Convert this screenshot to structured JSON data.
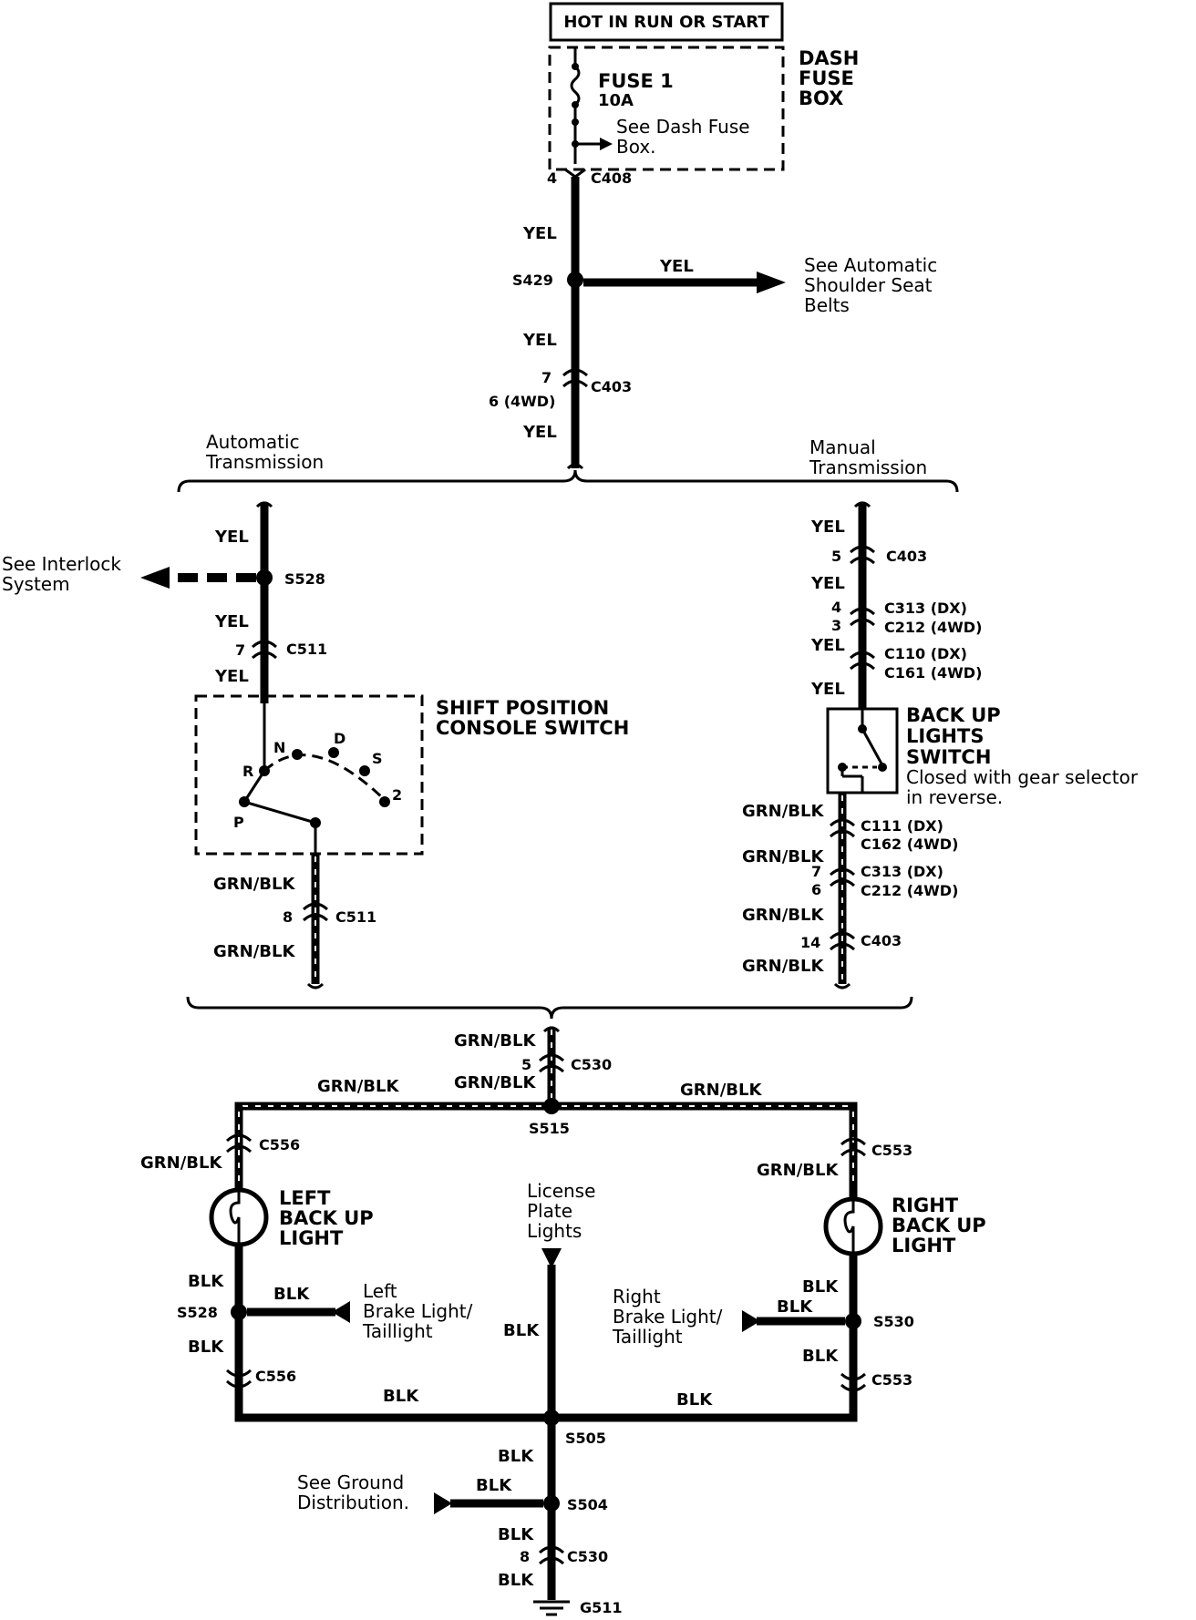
{
  "header": {
    "supply": "HOT IN RUN OR START"
  },
  "fuse_box": {
    "title": [
      "DASH",
      "FUSE",
      "BOX"
    ],
    "fuse_name": "FUSE 1",
    "fuse_rating": "10A",
    "see_note": [
      "See Dash Fuse",
      "Box."
    ]
  },
  "top": {
    "c408_pin": "4",
    "c408": "C408",
    "yel": "YEL",
    "s429": "S429",
    "seatbelt_note": [
      "See Automatic",
      "Shoulder Seat",
      "Belts"
    ],
    "c403_pin": "7",
    "c403_pin_4wd": "6 (4WD)",
    "c403": "C403"
  },
  "automatic": {
    "heading": [
      "Automatic",
      "Transmission"
    ],
    "s528": "S528",
    "interlock_note": [
      "See Interlock",
      "System"
    ],
    "c511_pin_top": "7",
    "c511": "C511",
    "switch_name": [
      "SHIFT POSITION",
      "CONSOLE SWITCH"
    ],
    "positions": [
      "R",
      "N",
      "D",
      "S",
      "2",
      "P"
    ],
    "grn_blk": "GRN/BLK",
    "c511_pin_bottom": "8"
  },
  "manual": {
    "heading": [
      "Manual",
      "Transmission"
    ],
    "c403_pin": "5",
    "c403": "C403",
    "pin_4": "4",
    "pin_3": "3",
    "c313_dx": "C313 (DX)",
    "c212_4wd": "C212 (4WD)",
    "c110_dx": "C110 (DX)",
    "c161_4wd": "C161 (4WD)",
    "switch_name": [
      "BACK UP",
      "LIGHTS",
      "SWITCH"
    ],
    "switch_note": [
      "Closed with gear selector",
      "in reverse."
    ],
    "c111_dx": "C111 (DX)",
    "c162_4wd": "C162 (4WD)",
    "pin_7": "7",
    "pin_6": "6",
    "pin_14": "14",
    "c403_bottom": "C403"
  },
  "lights": {
    "c530_pin": "5",
    "c530": "C530",
    "s515": "S515",
    "c556": "C556",
    "c553": "C553",
    "left_light": [
      "LEFT",
      "BACK UP",
      "LIGHT"
    ],
    "right_light": [
      "RIGHT",
      "BACK UP",
      "LIGHT"
    ],
    "license": [
      "License",
      "Plate",
      "Lights"
    ],
    "blk": "BLK",
    "s528": "S528",
    "s530": "S530",
    "left_brake": [
      "Left",
      "Brake Light/",
      "Taillight"
    ],
    "right_brake": [
      "Right",
      "Brake Light/",
      "Taillight"
    ],
    "s505": "S505",
    "s504": "S504",
    "ground_note": [
      "See Ground",
      "Distribution."
    ],
    "c530_pin_bottom": "8",
    "g511": "G511"
  }
}
